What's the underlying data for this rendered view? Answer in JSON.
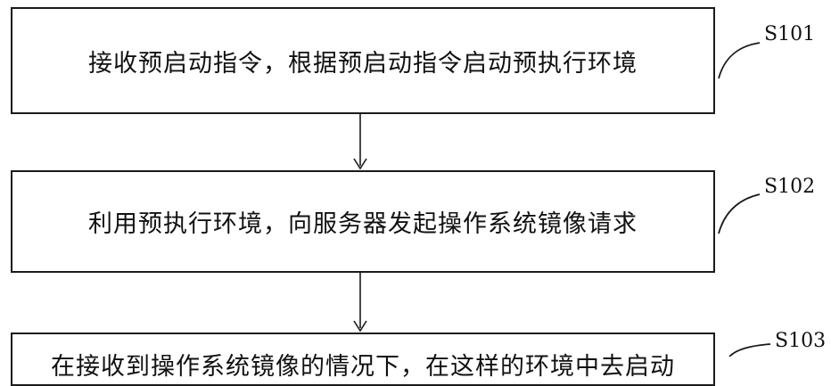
{
  "steps": [
    {
      "id": "S101",
      "text": "接收预启动指令，根据预启动指令启动预执行环境"
    },
    {
      "id": "S102",
      "text": "利用预执行环境，向服务器发起操作系统镜像请求"
    },
    {
      "id": "S103",
      "text": "在接收到操作系统镜像的情况下，在这样的环境中去启动"
    }
  ]
}
